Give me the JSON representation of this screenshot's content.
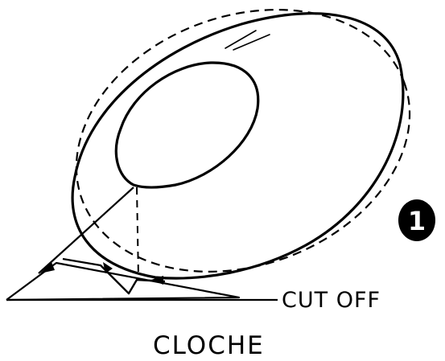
{
  "diagram": {
    "labels": {
      "cut_off": "CUT OFF",
      "title": "CLOCHE"
    },
    "step_badge": "1"
  },
  "colors": {
    "ink": "#000000",
    "paper": "#ffffff"
  }
}
